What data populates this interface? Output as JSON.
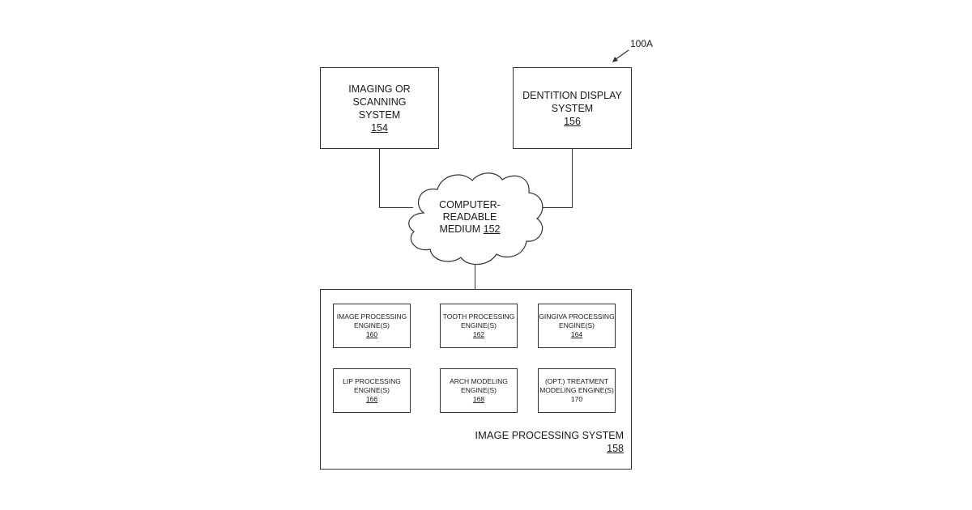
{
  "figure": {
    "label": "100A"
  },
  "imaging_system": {
    "line1": "IMAGING OR SCANNING",
    "line2": "SYSTEM",
    "number": "154"
  },
  "dentition_display": {
    "line1": "DENTITION DISPLAY",
    "line2": "SYSTEM",
    "number": "156"
  },
  "medium": {
    "line1": "COMPUTER-",
    "line2": "READABLE",
    "line3": "MEDIUM",
    "number": "152"
  },
  "image_processing_system": {
    "word1": "IMAGE",
    "rest": "PROCESSING SYSTEM",
    "number": "158"
  },
  "engines": [
    {
      "line1": "IMAGE PROCESSING",
      "line2": "ENGINE(S)",
      "number": "160",
      "underlined": true
    },
    {
      "line1": "TOOTH PROCESSING",
      "line2": "ENGINE(S)",
      "number": "162",
      "underlined": true
    },
    {
      "line1": "GINGIVA PROCESSING",
      "line2": "ENGINE(S)",
      "number": "164",
      "underlined": true
    },
    {
      "line1": "LIP PROCESSING",
      "line2": "ENGINE(S)",
      "number": "166",
      "underlined": true
    },
    {
      "line1": "ARCH MODELING",
      "line2": "ENGINE(S)",
      "number": "168",
      "underlined": true
    },
    {
      "line1": "(OPT.) TREATMENT",
      "line2": "MODELING ENGINE(S)",
      "number": "170",
      "underlined": false
    }
  ]
}
